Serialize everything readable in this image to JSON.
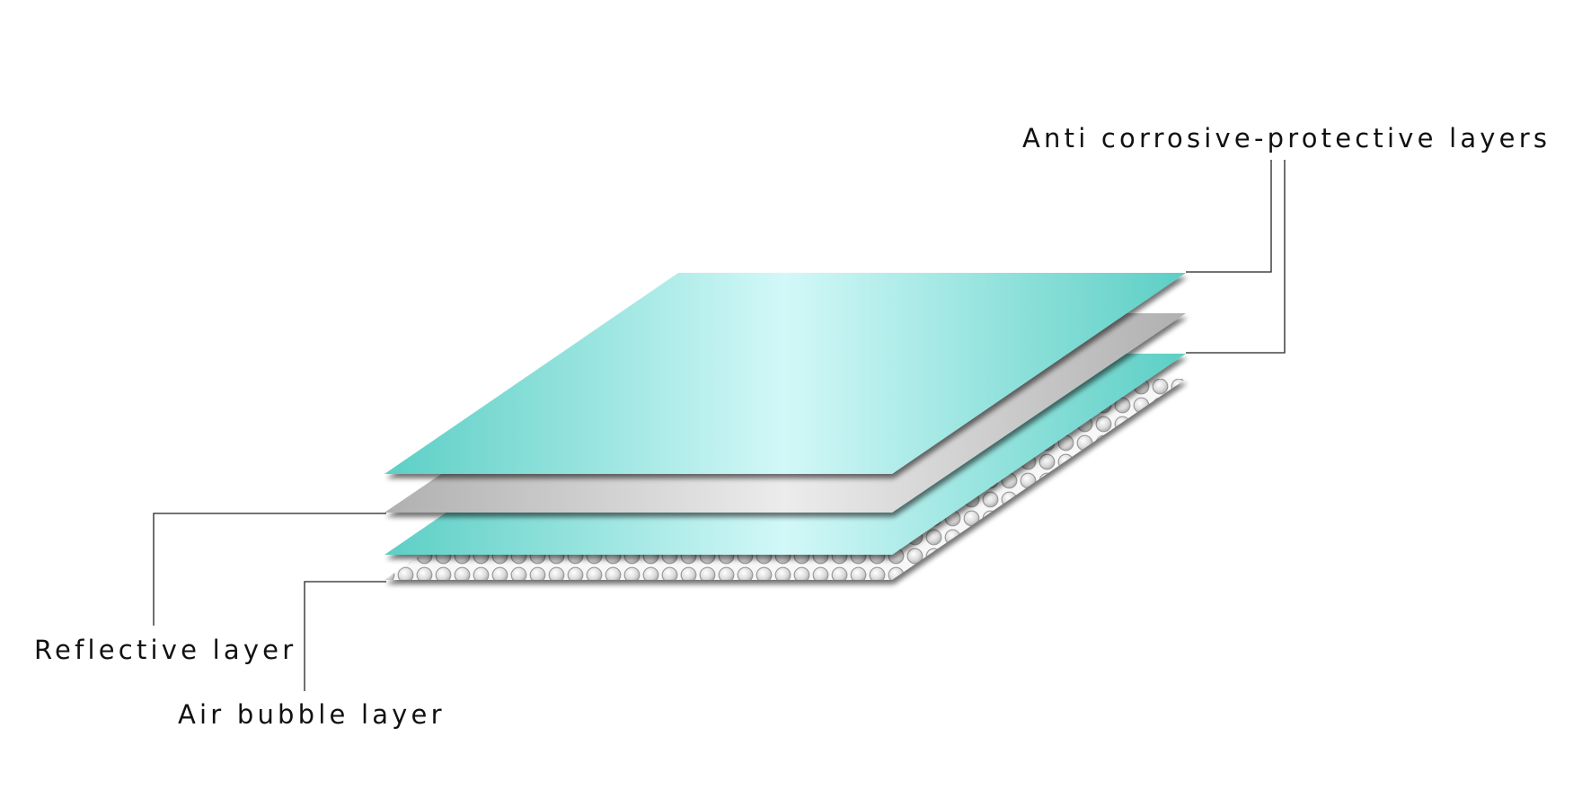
{
  "labels": {
    "anti_corrosive": "Anti corrosive-protective layers",
    "reflective": "Reflective layer",
    "air_bubble": "Air bubble layer"
  },
  "colors": {
    "teal_dark": "#5ccfc5",
    "teal_light": "#d2f8f8",
    "silver_dark": "#b3b3b3",
    "silver_light": "#ebebeb",
    "bubble_fill": "#eeeeee",
    "bubble_stroke": "#9a9a9a",
    "leader_line": "#222222",
    "text": "#111111"
  },
  "layers": [
    {
      "id": "protective-top",
      "kind": "teal"
    },
    {
      "id": "reflective",
      "kind": "silver"
    },
    {
      "id": "protective-bottom",
      "kind": "teal"
    },
    {
      "id": "air-bubble",
      "kind": "bubbles"
    }
  ]
}
